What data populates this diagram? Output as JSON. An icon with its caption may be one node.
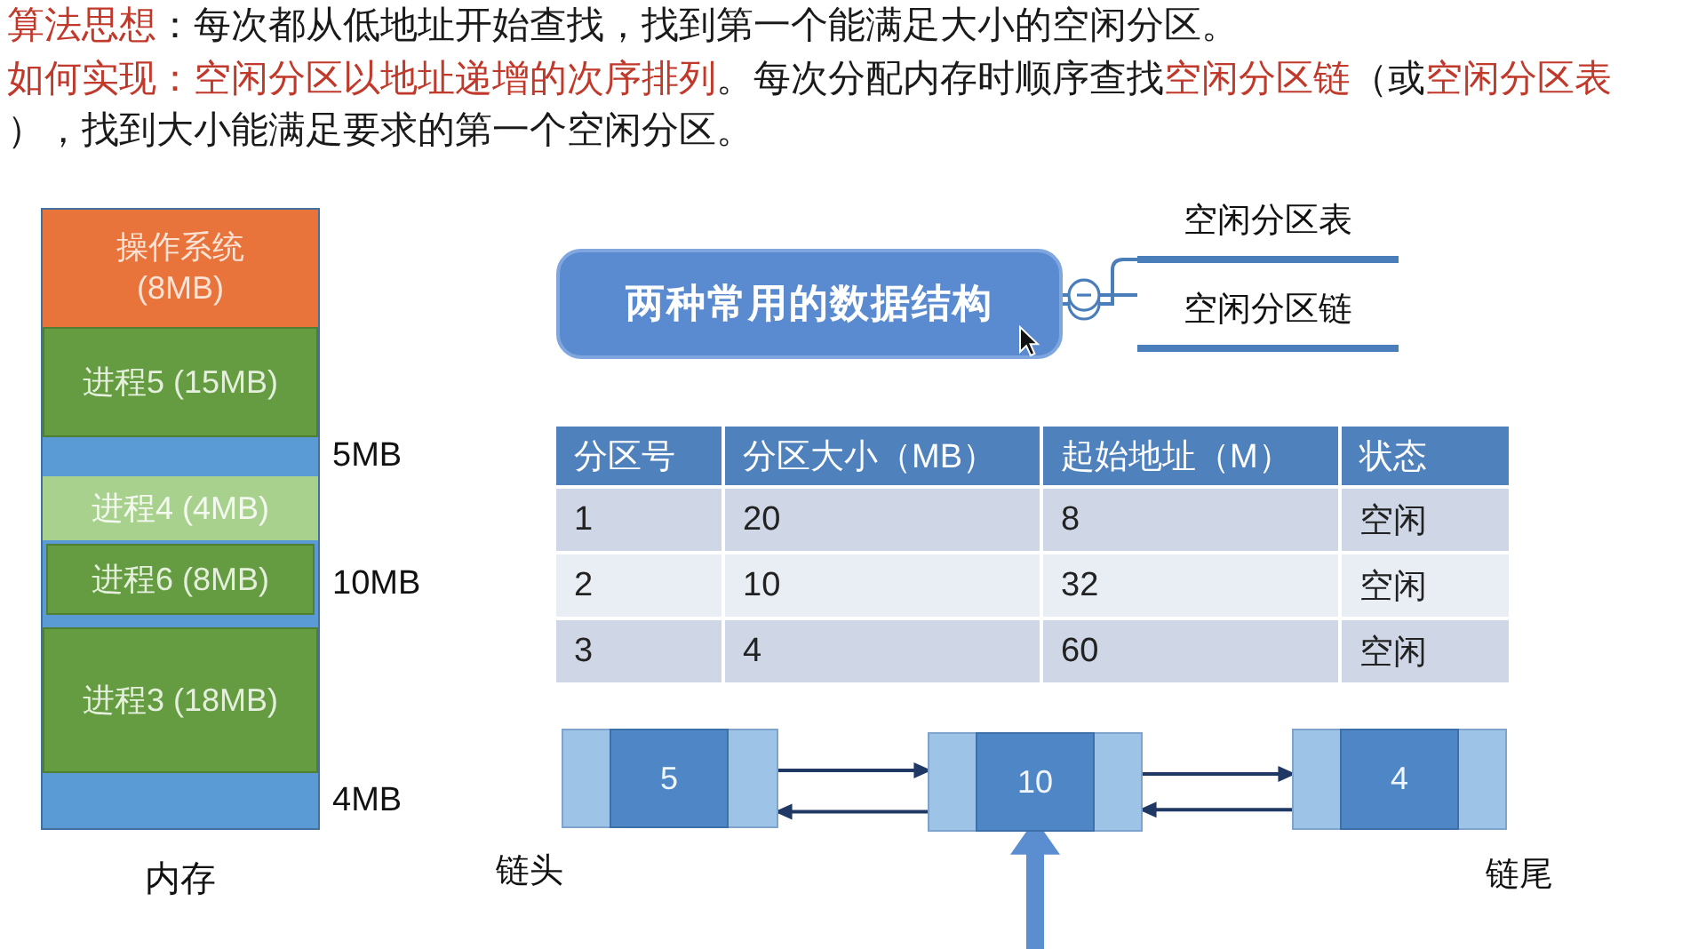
{
  "diagram": {
    "nodes": [
      {
        "text": [
          "内存"
        ]
      },
      {
        "text": [
          "操作系统 (8MB)"
        ],
        "in": 0
      },
      {
        "text": [
          "进程5 (15MB)"
        ],
        "in": 0
      },
      {
        "text": [],
        "shape": "box",
        "in": 0,
        "beside": [
          "5MB"
        ]
      },
      {
        "text": [
          "进程4 (4MB)"
        ],
        "in": 0
      },
      {
        "text": [],
        "shape": "box",
        "in": 0,
        "beside": [
          "10MB"
        ]
      },
      {
        "text": [
          "进程6 (8MB)"
        ],
        "in": 5
      },
      {
        "text": [
          "进程3 (18MB)"
        ],
        "in": 0
      },
      {
        "text": [],
        "shape": "box",
        "in": 0,
        "beside": [
          "4MB"
        ]
      },
      {
        "text": [
          "两种常用的数据结构"
        ]
      },
      {
        "text": [
          "空闲分区表"
        ]
      },
      {
        "text": [
          "空闲分区链"
        ]
      },
      {
        "text": [
          "5"
        ],
        "beside": [
          "链头"
        ]
      },
      {
        "text": [
          "10"
        ]
      },
      {
        "text": [
          "4"
        ],
        "beside": [
          "链尾"
        ]
      }
    ],
    "edges": [
      {
        "from": 9,
        "to": 10,
        "arrow": "other",
        "color": "#4a7ebb"
      },
      {
        "from": 9,
        "to": 11,
        "arrow": "other",
        "color": "#4a7ebb"
      },
      {
        "from": 12,
        "to": 13,
        "arrow": "to"
      },
      {
        "from": 13,
        "to": 12,
        "arrow": "to"
      },
      {
        "from": 13,
        "to": 14,
        "arrow": "to"
      },
      {
        "from": 14,
        "to": 13,
        "arrow": "to"
      },
      {
        "from": null,
        "to": 13,
        "arrow": "to",
        "style": "thick",
        "color": "#5b8ed0"
      }
    ],
    "labels": [
      "算法思想",
      "：每次都从低地址开始查找，找到第一个能满足大小的空闲分区。",
      "如何实现：空闲分区以地址递增的次序排列",
      "。每次分配内存时顺序查找",
      "空闲分区链",
      "（或",
      "空闲分区表",
      "），找到大小能满足要求的第一个空闲分区。",
      "分区号",
      "分区大小（MB）",
      "起始地址（M）",
      "状态",
      "1",
      "20",
      "8",
      "空闲",
      "2",
      "10",
      "32",
      "空闲",
      "3",
      "4",
      "60",
      "空闲"
    ]
  }
}
